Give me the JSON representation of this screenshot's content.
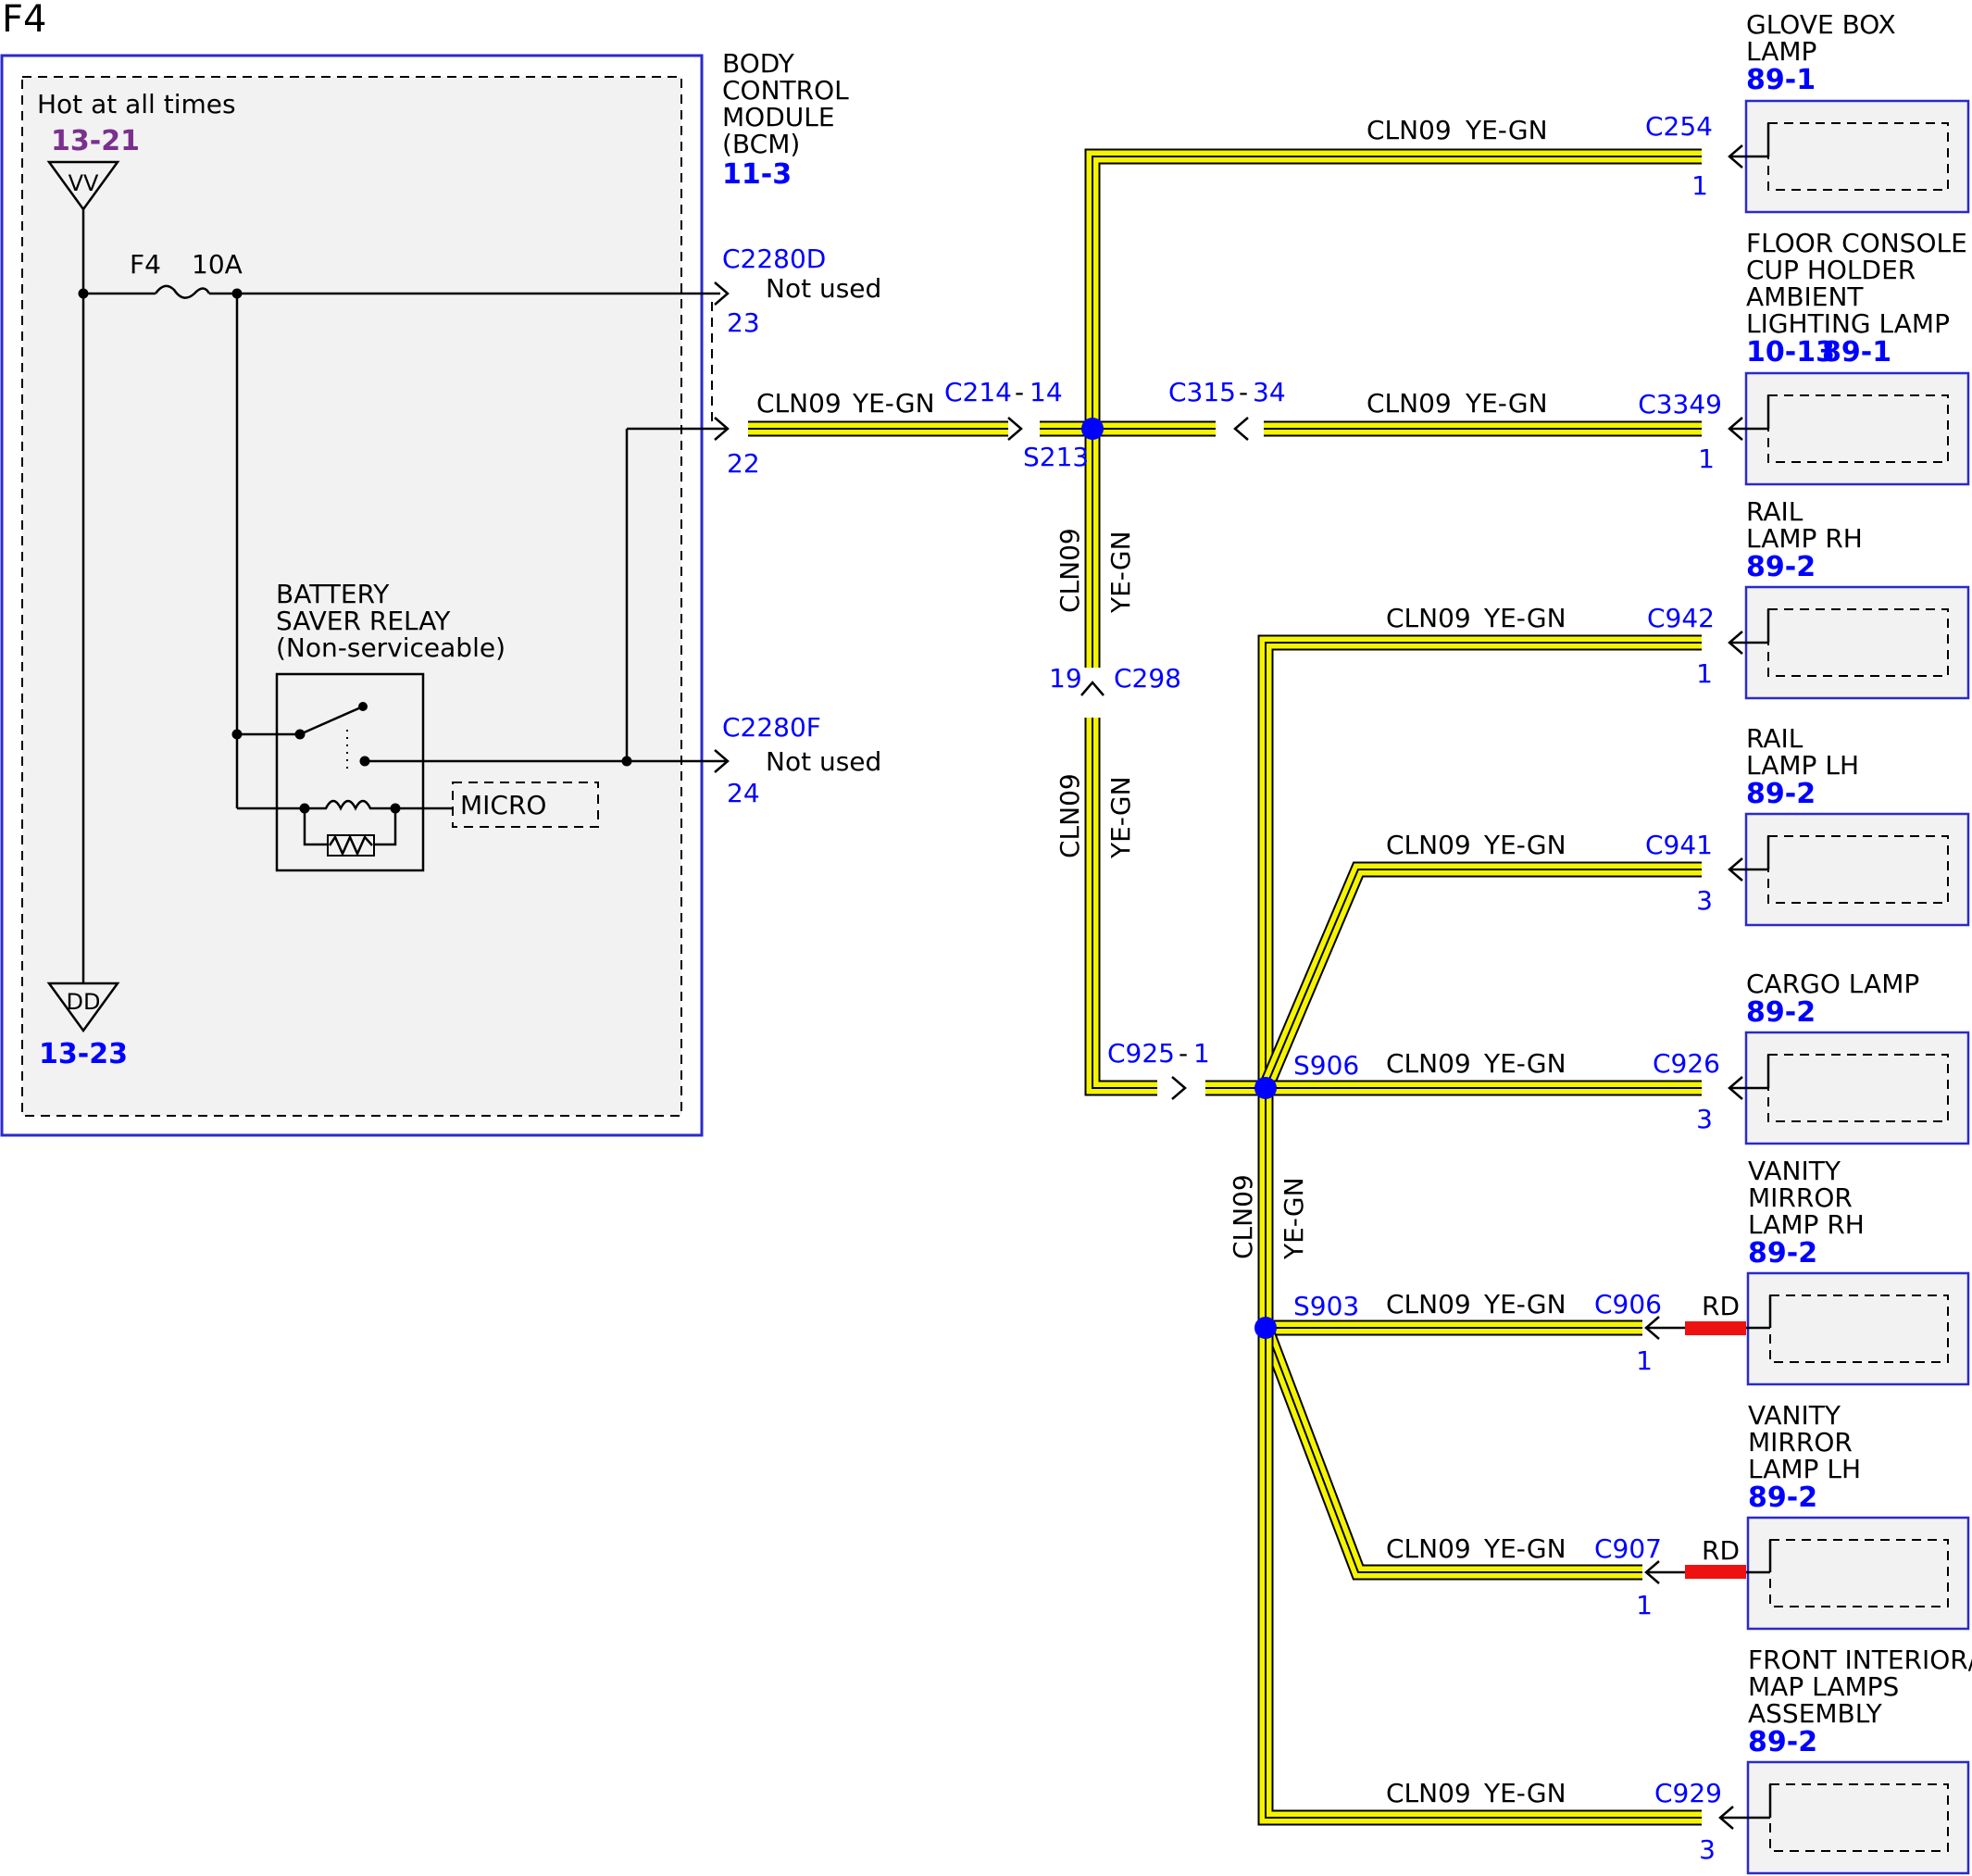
{
  "page": {
    "title": "F4"
  },
  "bcm": {
    "name": [
      "BODY",
      "CONTROL",
      "MODULE",
      "(BCM)"
    ],
    "ref": "11-3",
    "hot_label": "Hot at all times",
    "top_ref": "13-21",
    "top_symbol": "VV",
    "bottom_symbol": "DD",
    "bottom_ref": "13-23",
    "fuse_name": "F4",
    "fuse_rating": "10A",
    "relay_label": [
      "BATTERY",
      "SAVER RELAY",
      "(Non-serviceable)"
    ],
    "micro_label": "MICRO",
    "pins": [
      {
        "connector": "C2280D",
        "pin": "23",
        "note": "Not used"
      },
      {
        "connector": "",
        "pin": "22",
        "note": ""
      },
      {
        "connector": "C2280F",
        "pin": "24",
        "note": "Not used"
      }
    ]
  },
  "circuit": {
    "code": "CLN09",
    "color": "YE-GN"
  },
  "inline": {
    "c214": {
      "conn": "C214",
      "pin": "14"
    },
    "c315": {
      "conn": "C315",
      "pin": "34"
    },
    "c925": {
      "conn": "C925",
      "pin": "1"
    },
    "c298": {
      "conn": "C298",
      "pin": "19"
    }
  },
  "splices": {
    "s213": "S213",
    "s906": "S906",
    "s903": "S903"
  },
  "rd_label": "RD",
  "components": [
    {
      "name": [
        "GLOVE BOX",
        "LAMP"
      ],
      "refs": [
        "89-1"
      ],
      "connector": "C254",
      "pin": "1"
    },
    {
      "name": [
        "FLOOR CONSOLE",
        "CUP HOLDER",
        "AMBIENT",
        "LIGHTING LAMP"
      ],
      "refs": [
        "10-13",
        "89-1"
      ],
      "connector": "C3349",
      "pin": "1"
    },
    {
      "name": [
        "RAIL",
        "LAMP RH"
      ],
      "refs": [
        "89-2"
      ],
      "connector": "C942",
      "pin": "1"
    },
    {
      "name": [
        "RAIL",
        "LAMP LH"
      ],
      "refs": [
        "89-2"
      ],
      "connector": "C941",
      "pin": "3"
    },
    {
      "name": [
        "CARGO LAMP"
      ],
      "refs": [
        "89-2"
      ],
      "connector": "C926",
      "pin": "3"
    },
    {
      "name": [
        "VANITY",
        "MIRROR",
        "LAMP RH"
      ],
      "refs": [
        "89-2"
      ],
      "connector": "C906",
      "pin": "1"
    },
    {
      "name": [
        "VANITY",
        "MIRROR",
        "LAMP LH"
      ],
      "refs": [
        "89-2"
      ],
      "connector": "C907",
      "pin": "1"
    },
    {
      "name": [
        "FRONT INTERIOR/",
        "MAP LAMPS",
        "ASSEMBLY"
      ],
      "refs": [
        "89-2"
      ],
      "connector": "C929",
      "pin": "3"
    }
  ]
}
